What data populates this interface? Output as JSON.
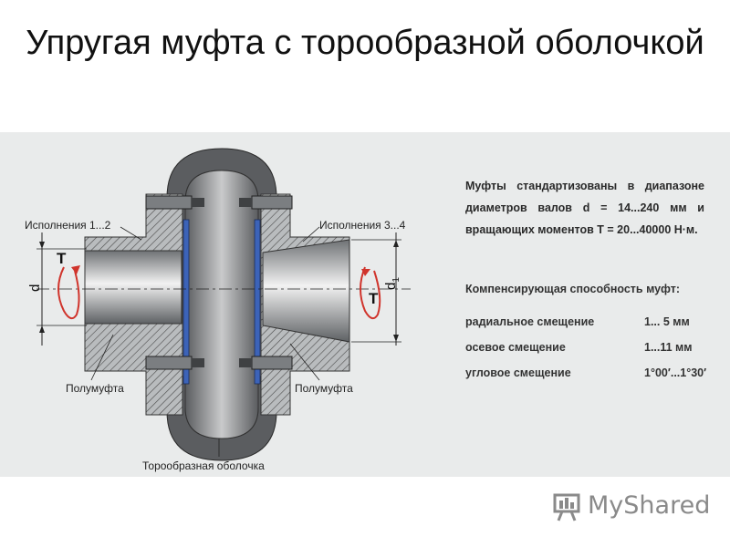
{
  "title": "Упругая муфта с торообразной оболочкой",
  "diagram": {
    "label_left_exec": "Исполнения 1...2",
    "label_right_exec": "Исполнения 3...4",
    "label_half_left": "Полумуфта",
    "label_half_right": "Полумуфта",
    "label_shell": "Торообразная оболочка",
    "sym_T": "T",
    "sym_d": "d",
    "sym_d1": "d",
    "sym_d1_sub": "1"
  },
  "info": {
    "standard_lines": [
      "Муфты стандартизованы в диапазоне",
      "диаметров валов d = 14...240 мм и",
      "вращающих моментов T = 20...40000 Н·м."
    ],
    "compensation_heading": "Компенсирующая способность муфт:",
    "compensation": [
      {
        "name": "радиальное смещение",
        "value": "1... 5 мм"
      },
      {
        "name": "осевое смещение",
        "value": "1...11 мм"
      },
      {
        "name": "угловое смещение",
        "value": "1°00′...1°30′"
      }
    ]
  },
  "logo": {
    "text": "MyShared"
  },
  "colors": {
    "steel": "#8e9193",
    "rubber": "#5b5d60",
    "hatch": "#555555",
    "gasket": "#3c63b8",
    "background": "#e9ebeb"
  }
}
